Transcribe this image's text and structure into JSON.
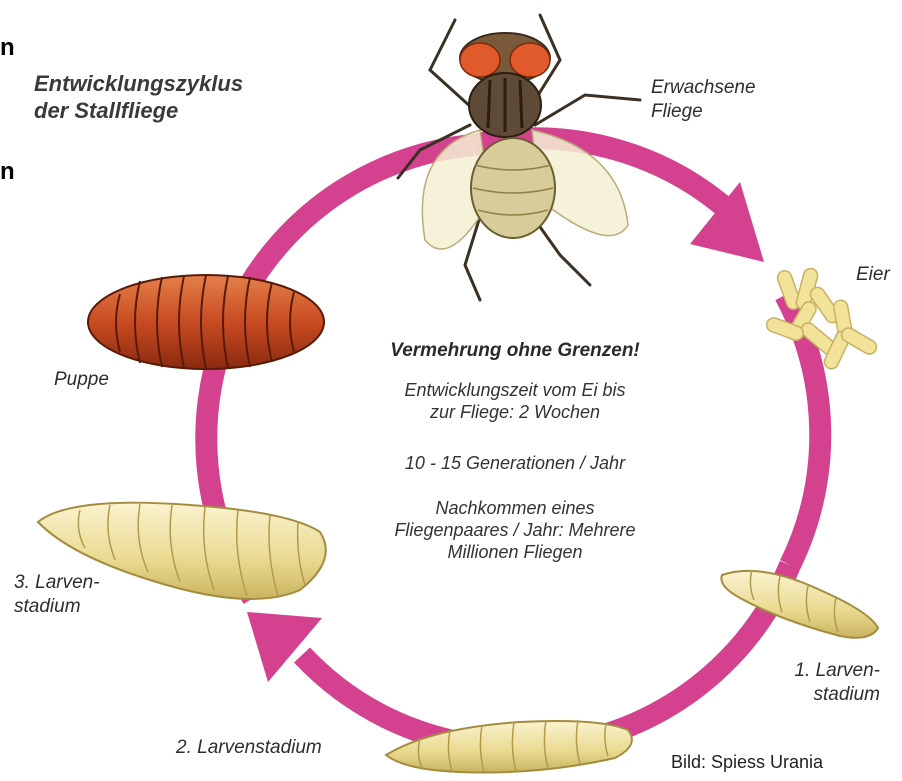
{
  "fragments": [
    "n",
    "n"
  ],
  "title": {
    "line1": "Entwicklungszyklus",
    "line2": "der Stallfliege"
  },
  "stages": {
    "adult": {
      "line1": "Erwachsene",
      "line2": "Fliege"
    },
    "eggs": "Eier",
    "pupa": "Puppe",
    "larva3": {
      "line1": "3. Larven-",
      "line2": "stadium"
    },
    "larva2": "2. Larvenstadium",
    "larva1": {
      "line1": "1. Larven-",
      "line2": "stadium"
    }
  },
  "center": {
    "heading": "Vermehrung ohne Grenzen!",
    "devtime": {
      "line1": "Entwicklungszeit vom Ei bis",
      "line2": "zur Fliege: 2 Wochen"
    },
    "generations": "10 - 15 Generationen / Jahr",
    "offspring": {
      "line1": "Nachkommen eines",
      "line2": "Fliegenpaares / Jahr: Mehrere",
      "line3": "Millionen Fliegen"
    }
  },
  "credit": "Bild: Spiess Urania",
  "colors": {
    "cycle": "#d3418f",
    "pupa": "#c84b22",
    "larva": "#ede0a0",
    "eggs": "#f2e29a"
  }
}
